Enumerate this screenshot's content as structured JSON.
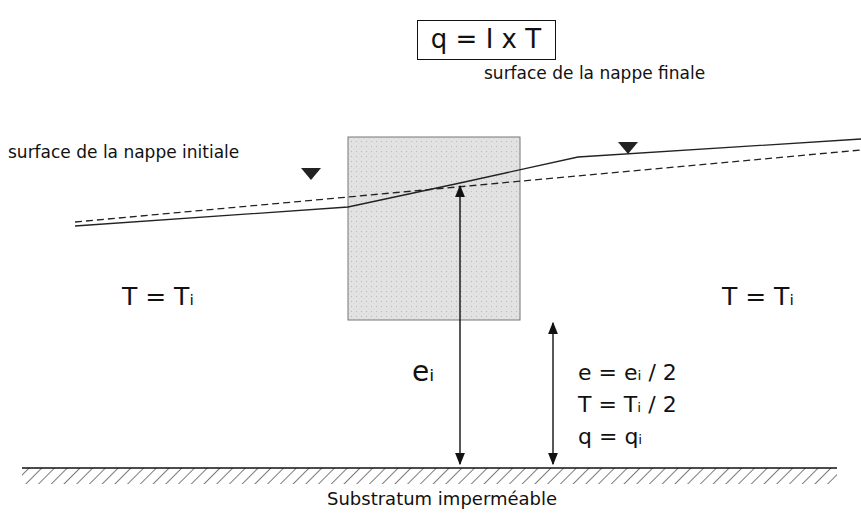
{
  "diagram": {
    "nodes": [
      {
        "text": [
          "q = I x T"
        ]
      }
    ],
    "labels": [
      "surface de la nappe finale",
      "surface de la nappe initiale",
      "T = Tᵢ",
      "T = Tᵢ",
      "eᵢ",
      "e = eᵢ / 2",
      "T = Tᵢ / 2",
      "q = qᵢ",
      "Substratum imperméable"
    ]
  }
}
